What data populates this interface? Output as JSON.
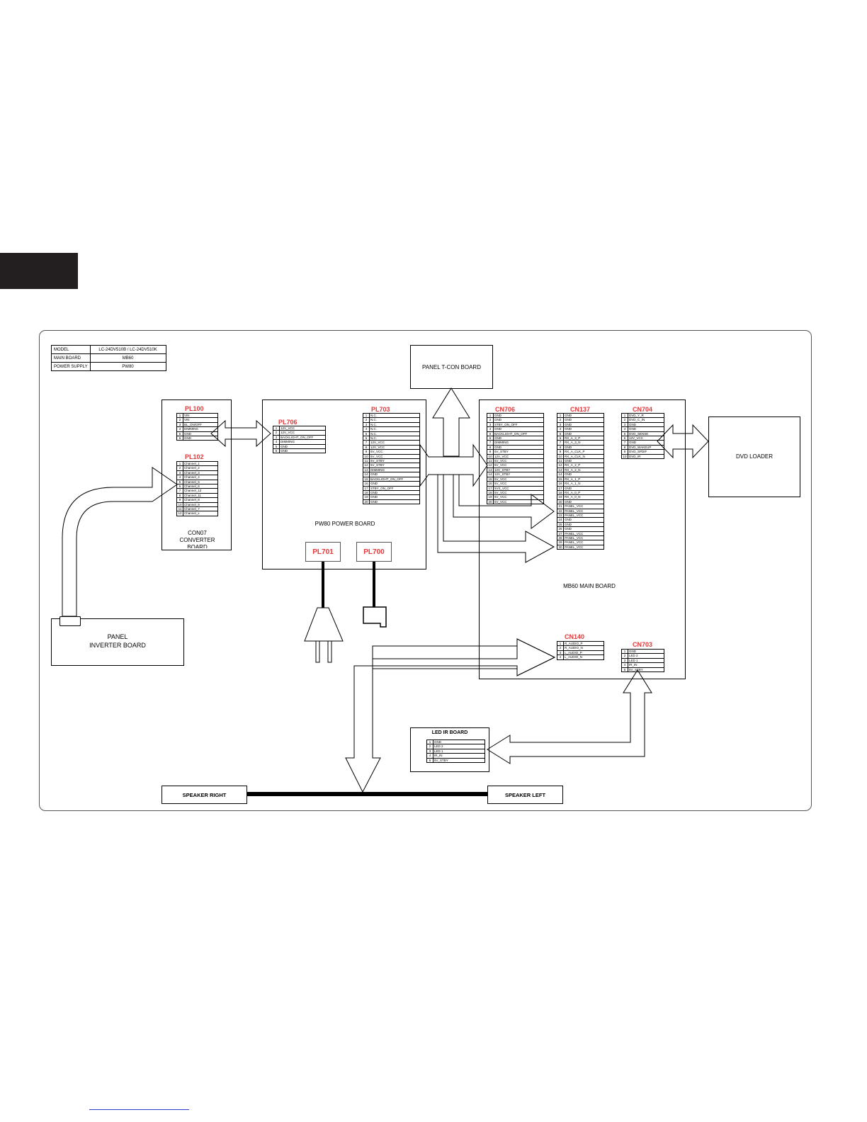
{
  "model_table": [
    {
      "label": "MODEL",
      "value": "LC-24DV510B / LC-24DV510K"
    },
    {
      "label": "MAIN BOARD",
      "value": "MB60"
    },
    {
      "label": "POWER SUPPLY",
      "value": "PW80"
    }
  ],
  "boards": {
    "tcon": "PANEL T-CON BOARD",
    "dvd": "DVD LOADER",
    "converter": [
      "CON07",
      "CONVERTER",
      "BOARD"
    ],
    "power": "PW80 POWER BOARD",
    "main": "MB60 MAIN BOARD",
    "inverter": [
      "PANEL",
      "INVERTER BOARD"
    ],
    "led": "LED IR BOARD",
    "speaker_right": "SPEAKER RIGHT",
    "speaker_left": "SPEAKER LEFT"
  },
  "connectors": {
    "PL100": {
      "name": "PL100",
      "pins": [
        "VIN",
        "VIN",
        "BL_ON/OFF",
        "DIMMING",
        "GND",
        "GND"
      ]
    },
    "PL102": {
      "name": "PL102",
      "pins": [
        "Channel_1",
        "Channel_2",
        "Channel_3",
        "Channel_4",
        "Channel_5",
        "Channel_6",
        "Channel_12",
        "Channel_11",
        "Channel_8",
        "Channel_9",
        "Channel_7",
        "Channel_x"
      ]
    },
    "PL706": {
      "name": "PL706",
      "pins": [
        "12V_VCC",
        "12V_VCC",
        "BACKLIGHT_ON_OFF",
        "DIMMING",
        "GND",
        "GND"
      ]
    },
    "PL703": {
      "name": "PL703",
      "pins": [
        "N.C.",
        "N.C.",
        "N.C.",
        "N.C.",
        "N.C.",
        "N.C.",
        "12V_VCC",
        "12V_VCC",
        "5V_VCC",
        "5V_VCC",
        "5V_STBY",
        "5V_STBY",
        "DIMMING",
        "GND",
        "BACKLIGHT_ON_OFF",
        "GND",
        "STBY_ON_OFF",
        "GND",
        "GND",
        "GND"
      ]
    },
    "CN706": {
      "name": "CN706",
      "pins": [
        "GND",
        "GND",
        "STBY_ON_OFF",
        "GND",
        "BACKLIGHT_ON_OFF",
        "GND",
        "DIMMING",
        "GND",
        "5V_STBY",
        "12V_VCC",
        "5V_VCC",
        "5V_VCC",
        "12V_STBY",
        "12V_STBY",
        "5V_VCC",
        "5V_VCC",
        "5VS_VCC",
        "5V_VCC",
        "5V_VCC",
        "5V_VCC"
      ]
    },
    "CN137": {
      "name": "CN137",
      "pins": [
        "GND",
        "GND",
        "GND",
        "GND",
        "GND",
        "RX_A_3_P",
        "RX_A_3_N",
        "GND",
        "RX_A_CLK_P",
        "RX_A_CLK_N",
        "GND",
        "RX_A_2_P",
        "RX_A_2_N",
        "GND",
        "RX_A_1_P",
        "RX_A_1_N",
        "GND",
        "RX_A_0_P",
        "RX_A_0_N",
        "GND",
        "PANEL_VCC",
        "PANEL_VCC",
        "PANEL_VCC",
        "GND",
        "GND",
        "GND",
        "PANEL_VCC",
        "PANEL_VCC",
        "PANEL_VCC",
        "PANEL_VCC"
      ]
    },
    "CN704": {
      "name": "CN704",
      "pins": [
        "DVD_Y_R",
        "DVD_C_IN",
        "GND",
        "GND",
        "DVD_SENSE",
        "12V_VCC",
        "GND",
        "DVD_WAKEUP",
        "DVD_SPDIF",
        "DVD_IR"
      ]
    },
    "CN140": {
      "name": "CN140",
      "pins": [
        "R_AUDIO_P",
        "R_AUDIO_N",
        "L_AUDIO_P",
        "L_AUDIO_N"
      ]
    },
    "CN703": {
      "name": "CN703",
      "pins": [
        "GND",
        "LED 2",
        "LED 1",
        "IR_IN",
        "5V_STBY"
      ]
    },
    "LED": {
      "name": "LED IR BOARD",
      "pins": [
        "GND",
        "LED 2",
        "LED 1",
        "IR_IN",
        "5V_STBY"
      ]
    },
    "PL701": {
      "name": "PL701"
    },
    "PL700": {
      "name": "PL700"
    }
  },
  "colors": {
    "connector_label": "#e0393b",
    "frame": "#555555",
    "side_tab": "#231f20",
    "link": "#2b3cc9"
  }
}
